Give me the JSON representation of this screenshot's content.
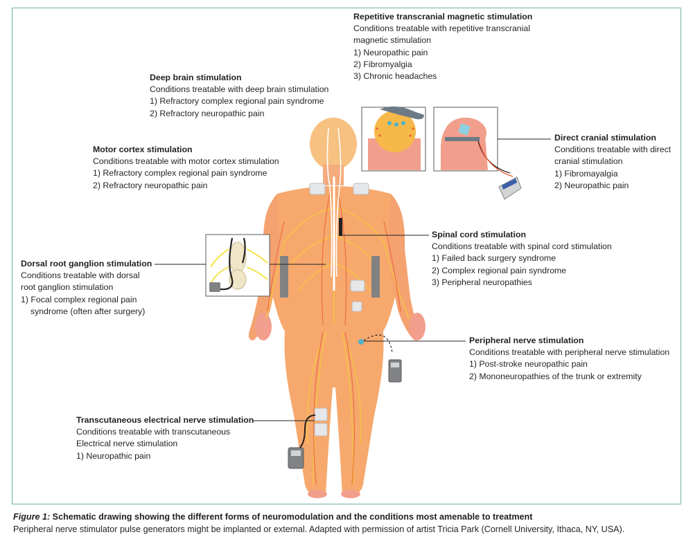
{
  "callouts": {
    "rtms": {
      "title": "Repetitive transcranial magnetic stimulation",
      "lines": [
        "Conditions treatable with repetitive transcranial",
        "magnetic stimulation",
        "1) Neuropathic pain",
        "2) Fibromyalgia",
        "3) Chronic headaches"
      ]
    },
    "dbs": {
      "title": "Deep brain stimulation",
      "lines": [
        "Conditions treatable with deep brain stimulation",
        "1) Refractory complex regional pain syndrome",
        "2) Refractory neuropathic pain"
      ]
    },
    "mcs": {
      "title": "Motor cortex stimulation",
      "lines": [
        "Conditions treatable with motor cortex stimulation",
        "1) Refractory complex regional pain syndrome",
        "2) Refractory neuropathic pain"
      ]
    },
    "dcs": {
      "title": "Direct cranial stimulation",
      "lines": [
        "Conditions treatable with direct",
        "cranial stimulation",
        "1) Fibromayalgia",
        "2) Neuropathic pain"
      ]
    },
    "scs": {
      "title": "Spinal cord stimulation",
      "lines": [
        "Conditions treatable with spinal cord stimulation",
        "1) Failed back surgery syndrome",
        "2) Complex regional pain syndrome",
        "3) Peripheral neuropathies"
      ]
    },
    "drg": {
      "title": "Dorsal root ganglion stimulation",
      "lines": [
        "Conditions treatable with dorsal",
        "root ganglion stimulation",
        "1) Focal complex regional pain",
        "syndrome (often after surgery)"
      ]
    },
    "pns": {
      "title": "Peripheral nerve stimulation",
      "lines": [
        "Conditions treatable with peripheral nerve stimulation",
        "1) Post-stroke neuropathic pain",
        "2) Mononeuropathies of the trunk or extremity"
      ]
    },
    "tens": {
      "title": "Transcutaneous electrical nerve stimulation",
      "lines": [
        "Conditions treatable with transcutaneous",
        "Electrical nerve stimulation",
        "1) Neuropathic pain"
      ]
    }
  },
  "caption": {
    "label": "Figure 1:",
    "title": " Schematic drawing showing the different forms of neuromodulation and the conditions most amenable to treatment",
    "note": "Peripheral nerve stimulator pulse generators might be implanted or external. Adapted with permission of artist Tricia Park (Cornell University, Ithaca, NY, USA)."
  },
  "colors": {
    "frame": "#6ab3a6",
    "skin": "#f29e8c",
    "nerve": "#f7c04a",
    "vessel": "#e9552f",
    "device": "#e6e7e8",
    "lead": "#231f20"
  }
}
